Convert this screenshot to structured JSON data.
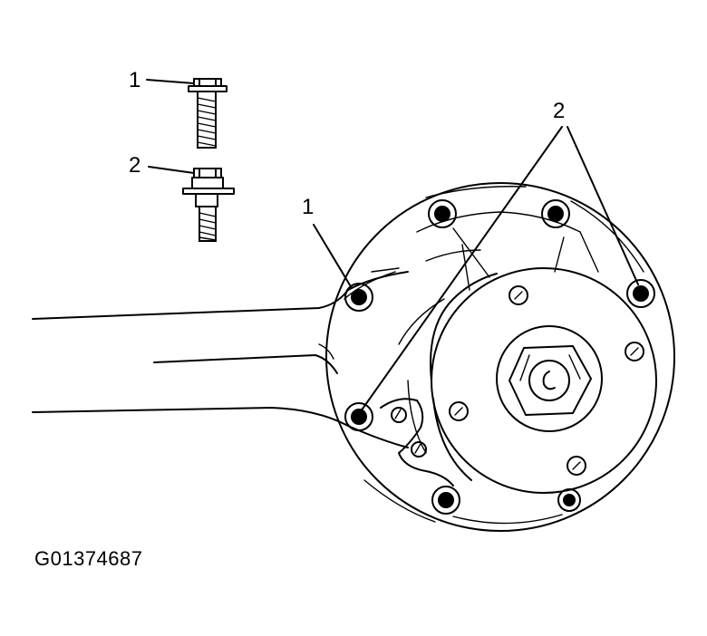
{
  "callouts": {
    "bolt_1": "1",
    "bolt_2": "2",
    "flange_1": "1",
    "flange_2": "2"
  },
  "figure_id": "G01374687"
}
